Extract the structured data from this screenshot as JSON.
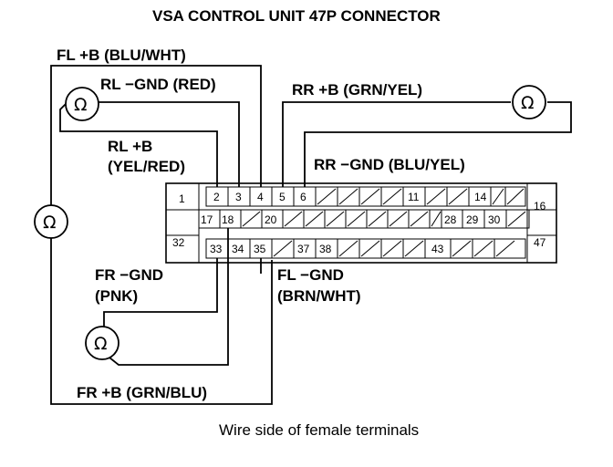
{
  "title": "VSA CONTROL UNIT 47P CONNECTOR",
  "caption": "Wire side of female terminals",
  "ohm_symbol": "Ω",
  "labels": {
    "fl_b": "FL +B (BLU/WHT)",
    "rl_gnd": "RL −GND (RED)",
    "rr_b": "RR +B (GRN/YEL)",
    "rl_b_line1": "RL +B",
    "rl_b_line2": "(YEL/RED)",
    "rr_gnd": "RR −GND (BLU/YEL)",
    "fr_gnd_line1": "FR −GND",
    "fr_gnd_line2": "(PNK)",
    "fl_gnd_line1": "FL −GND",
    "fl_gnd_line2": "(BRN/WHT)",
    "fr_b": "FR +B (GRN/BLU)"
  },
  "pins": {
    "p1": "1",
    "p2": "2",
    "p3": "3",
    "p4": "4",
    "p5": "5",
    "p6": "6",
    "p11": "11",
    "p14": "14",
    "p16": "16",
    "p17": "17",
    "p18": "18",
    "p20": "20",
    "p28": "28",
    "p29": "29",
    "p30": "30",
    "p32": "32",
    "p33": "33",
    "p34": "34",
    "p35": "35",
    "p37": "37",
    "p38": "38",
    "p43": "43",
    "p47": "47"
  }
}
